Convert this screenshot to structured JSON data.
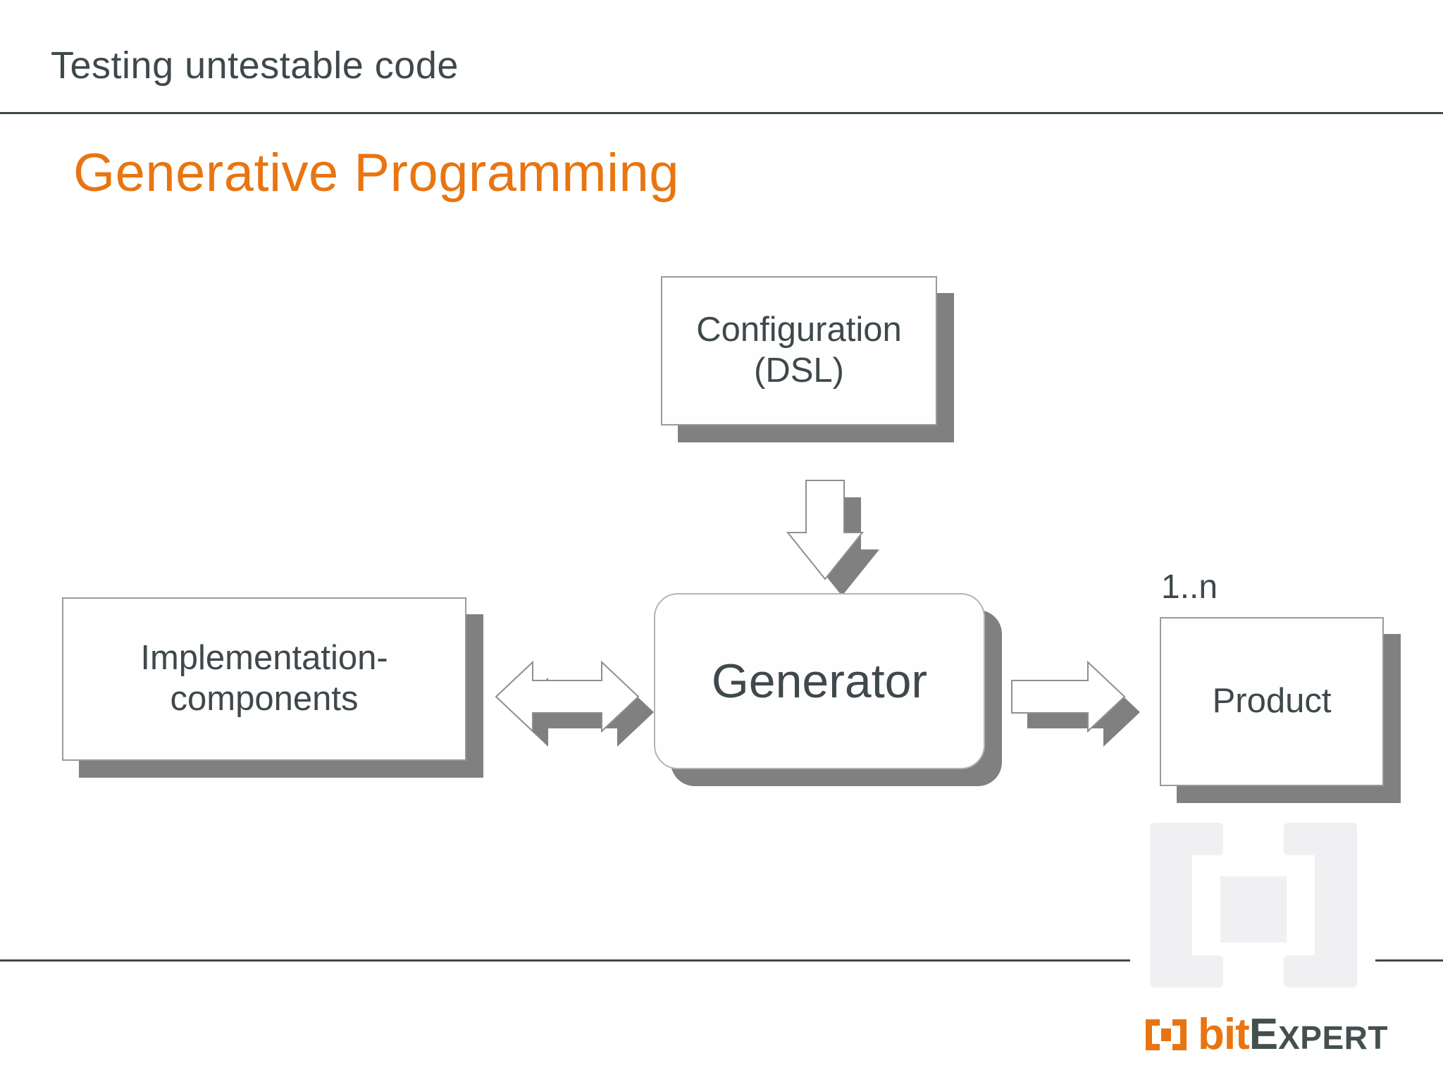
{
  "slide": {
    "header_text": "Testing untestable code",
    "title": "Generative Programming",
    "accent_color": "#e87511",
    "text_color": "#3f484b",
    "shadow_color": "#808080",
    "background": "#ffffff"
  },
  "diagram": {
    "nodes": [
      {
        "id": "configuration",
        "label_line1": "Configuration",
        "label_line2": "(DSL)",
        "shape": "rectangle"
      },
      {
        "id": "implementation-components",
        "label_line1": "Implementation-",
        "label_line2": "components",
        "shape": "rectangle"
      },
      {
        "id": "generator",
        "label_line1": "Generator",
        "shape": "rounded-rectangle"
      },
      {
        "id": "product",
        "label_line1": "Product",
        "shape": "rectangle",
        "multiplicity": "1..n"
      }
    ],
    "edges": [
      {
        "id": "config-to-generator",
        "from": "configuration",
        "to": "generator",
        "direction": "down",
        "icon": "arrow-down-icon"
      },
      {
        "id": "impl-to-generator",
        "from": "implementation-components",
        "to": "generator",
        "direction": "bidirectional",
        "icon": "arrow-left-right-icon"
      },
      {
        "id": "generator-to-product",
        "from": "generator",
        "to": "product",
        "direction": "right",
        "icon": "arrow-right-icon"
      }
    ]
  },
  "branding": {
    "logo_bit": "bit",
    "logo_e": "E",
    "logo_xpert": "XPERT",
    "mark_icon": "bracket-square-icon",
    "watermark_icon": "bracket-square-watermark-icon"
  }
}
